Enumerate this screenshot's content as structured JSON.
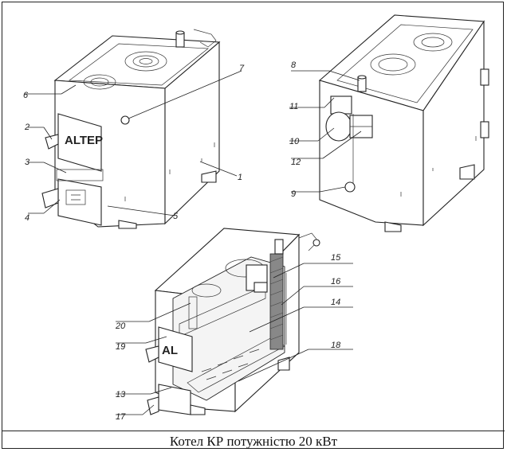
{
  "caption": "Котел КР потужністю 20 кВт",
  "brand_text": "ALTEP",
  "brand_text_cut": "AL",
  "callouts": {
    "c1": "1",
    "c2": "2",
    "c3": "3",
    "c4": "4",
    "c5": "5",
    "c6": "6",
    "c7": "7",
    "c8": "8",
    "c9": "9",
    "c10": "10",
    "c11": "11",
    "c12": "12",
    "c13": "13",
    "c14": "14",
    "c15": "15",
    "c16": "16",
    "c17": "17",
    "c18": "18",
    "c19": "19",
    "c20": "20"
  }
}
